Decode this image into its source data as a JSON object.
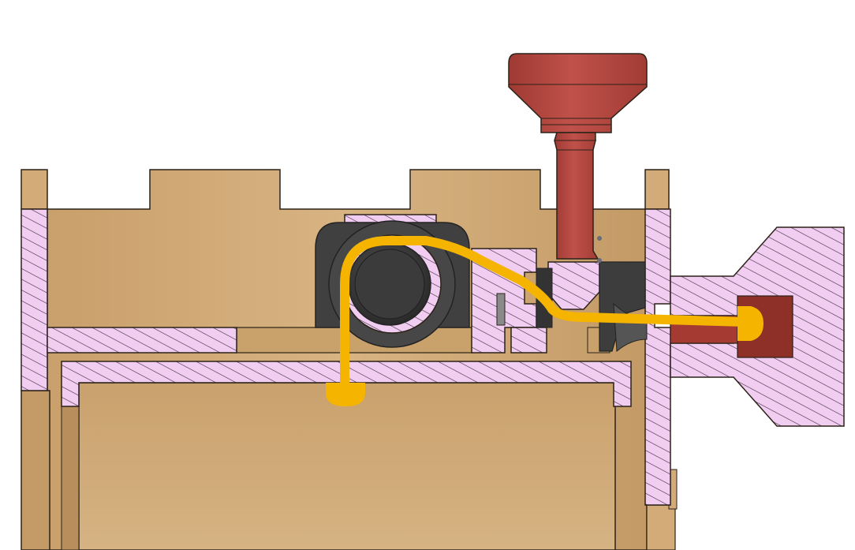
{
  "figure": {
    "background_color": "#ffffff",
    "colors": {
      "wood": "#d2ab78",
      "wood_light": "#dcb889",
      "wood_dark": "#b48a58",
      "section_fill": "#f2cdf2",
      "section_hatch": "#3a2a3a",
      "outline": "#2b2218",
      "red_part": "#b5453c",
      "red_dark": "#8e2f28",
      "dark_part": "#3d3d3d",
      "dark_part_edge": "#232323",
      "path": "#f5b400"
    },
    "parts": [
      {
        "name": "housing-body",
        "material": "wood"
      },
      {
        "name": "sectioned-wall",
        "material": "section"
      },
      {
        "name": "red-plunger",
        "material": "red"
      },
      {
        "name": "roller",
        "material": "dark"
      },
      {
        "name": "flow-path",
        "material": "highlight"
      }
    ]
  }
}
